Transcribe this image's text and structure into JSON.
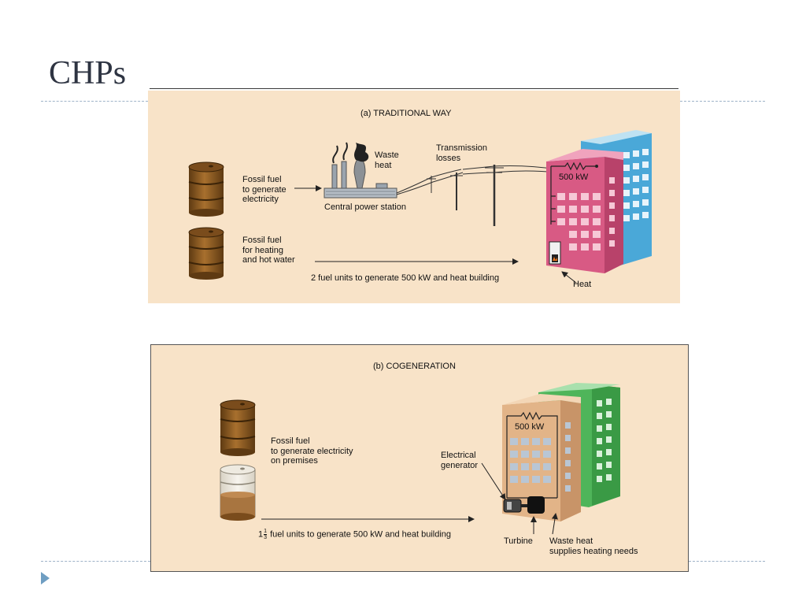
{
  "slide": {
    "title": "CHPs"
  },
  "panel_a": {
    "heading": "(a) TRADITIONAL WAY",
    "fuel_electricity": "Fossil fuel\nto generate\nelectricity",
    "fuel_heating": "Fossil fuel\nfor heating\nand hot water",
    "waste_heat": "Waste\nheat",
    "station": "Central power station",
    "transmission": "Transmission\nlosses",
    "power": "500 kW",
    "summary": "2 fuel units to generate 500 kW and heat building",
    "heat": "Heat"
  },
  "panel_b": {
    "heading": "(b) COGENERATION",
    "fuel": "Fossil fuel\nto generate electricity\non premises",
    "summary_whole": "1",
    "summary_num": "1",
    "summary_den": "3",
    "summary_rest": "fuel units to generate 500 kW and heat building",
    "power": "500 kW",
    "generator": "Electrical\ngenerator",
    "turbine": "Turbine",
    "waste_heat": "Waste heat\nsupplies heating needs"
  },
  "colors": {
    "panel_bg": "#f8e3c8",
    "barrel": "#8a5a22",
    "building_pink": "#d85a84",
    "building_blue": "#4aa8d8",
    "building_tan": "#e2b488",
    "building_green": "#4fb55a",
    "bullet": "#6f9ec2"
  }
}
